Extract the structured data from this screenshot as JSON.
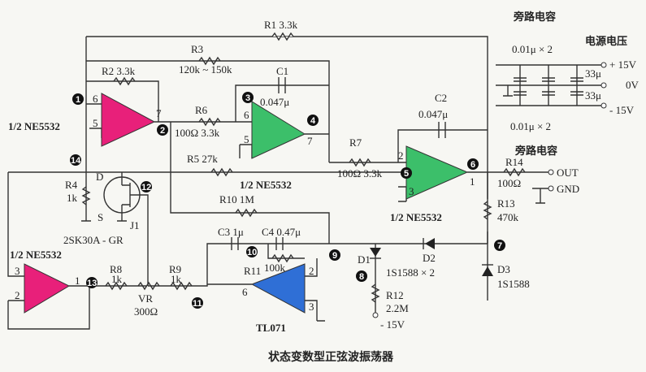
{
  "title": "状态变数型正弦波振荡器",
  "colors": {
    "opamp_pink": "#e8207a",
    "opamp_green": "#3cbf6a",
    "opamp_blue": "#2f6fd6"
  },
  "components": {
    "R1": "R1 3.3k",
    "R2": "R2 3.3k",
    "R3": "R3",
    "R3_value": "120k ~ 150k",
    "R4": "R4",
    "R4_value": "1k",
    "R5": "R5 27k",
    "R6": "R6",
    "R6_value": "100Ω 3.3k",
    "R7": "R7",
    "R7_value": "100Ω 3.3k",
    "R8": "R8",
    "R8_value": "1k",
    "R9": "R9",
    "R9_value": "1k",
    "R10": "R10 1M",
    "R11": "R11",
    "R11_value": "100k",
    "R12": "R12",
    "R12_value": "2.2M",
    "R13": "R13",
    "R13_value": "470k",
    "R14": "R14",
    "R14_value": "100Ω",
    "C1": "C1",
    "C1_value": "0.047μ",
    "C2": "C2",
    "C2_value": "0.047μ",
    "C3": "C3 1μ",
    "C4": "C4 0.47μ",
    "VR": "VR",
    "VR_value": "300Ω",
    "J1": "J1",
    "J1_part": "2SK30A - GR",
    "D": "D",
    "S": "S",
    "D1": "D1",
    "D2": "D2",
    "D3": "D3",
    "D12_part": "1S1588 × 2",
    "D3_part": "1S1588",
    "U1": "1/2 NE5532",
    "U2": "1/2 NE5532",
    "U3": "1/2 NE5532",
    "U4": "1/2 NE5532",
    "U5": "TL071",
    "neg15": "- 15V"
  },
  "pins": {
    "u1_6": "6",
    "u1_5": "5",
    "u1_7": "7",
    "u2_6": "6",
    "u2_5": "5",
    "u2_7": "7",
    "u3_2": "2",
    "u3_3": "3",
    "u3_1": "1",
    "u4_3": "3",
    "u4_2": "2",
    "u4_1": "1",
    "u5_6": "6",
    "u5_2": "2",
    "u5_3": "3"
  },
  "outputs": {
    "out": "OUT",
    "gnd": "GND"
  },
  "power": {
    "bypass_top_label": "旁路电容",
    "bypass_top_value": "0.01μ × 2",
    "bypass_bottom_label": "旁路电容",
    "bypass_bottom_value": "0.01μ × 2",
    "supply_label": "电源电压",
    "plus": "+ 15V",
    "zero": "0V",
    "minus": "- 15V",
    "cap1": "33μ",
    "cap2": "33μ"
  },
  "nodes": [
    "1",
    "2",
    "3",
    "4",
    "5",
    "6",
    "7",
    "8",
    "9",
    "10",
    "11",
    "12",
    "13",
    "14"
  ]
}
